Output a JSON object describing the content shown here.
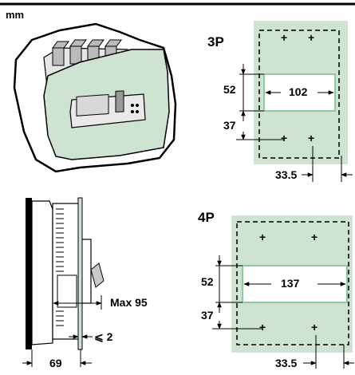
{
  "unit_label": "mm",
  "pole_3p": {
    "title": "3P",
    "height_top": "52",
    "height_bottom": "37",
    "cutout_width": "102",
    "offset": "33.5",
    "marks": [
      "+",
      "+",
      "+",
      "+"
    ]
  },
  "pole_4p": {
    "title": "4P",
    "height_top": "52",
    "height_bottom": "37",
    "cutout_width": "137",
    "offset": "33.5",
    "marks": [
      "+",
      "+",
      "+",
      "+"
    ]
  },
  "side_view": {
    "depth_max": "Max 95",
    "panel_thickness": "⩽ 2",
    "base_depth": "69"
  },
  "colors": {
    "panel_green": "#cfe3d3",
    "cutout_edge": "#8ec9a0",
    "outline": "#000000"
  }
}
